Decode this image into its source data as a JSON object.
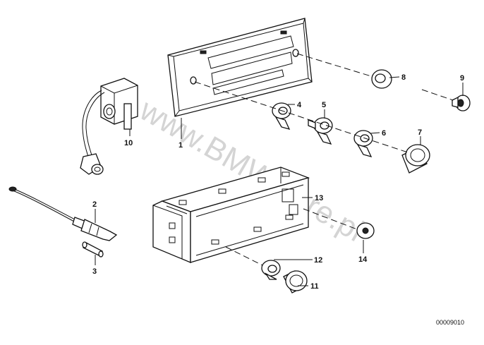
{
  "watermark": "www.BMWstore.pl",
  "diagram_code": "00009010",
  "callouts": {
    "c1": "1",
    "c2": "2",
    "c3": "3",
    "c4": "4",
    "c5": "5",
    "c6": "6",
    "c7": "7",
    "c8": "8",
    "c9": "9",
    "c10": "10",
    "c11": "11",
    "c12": "12",
    "c13": "13",
    "c14": "14"
  }
}
